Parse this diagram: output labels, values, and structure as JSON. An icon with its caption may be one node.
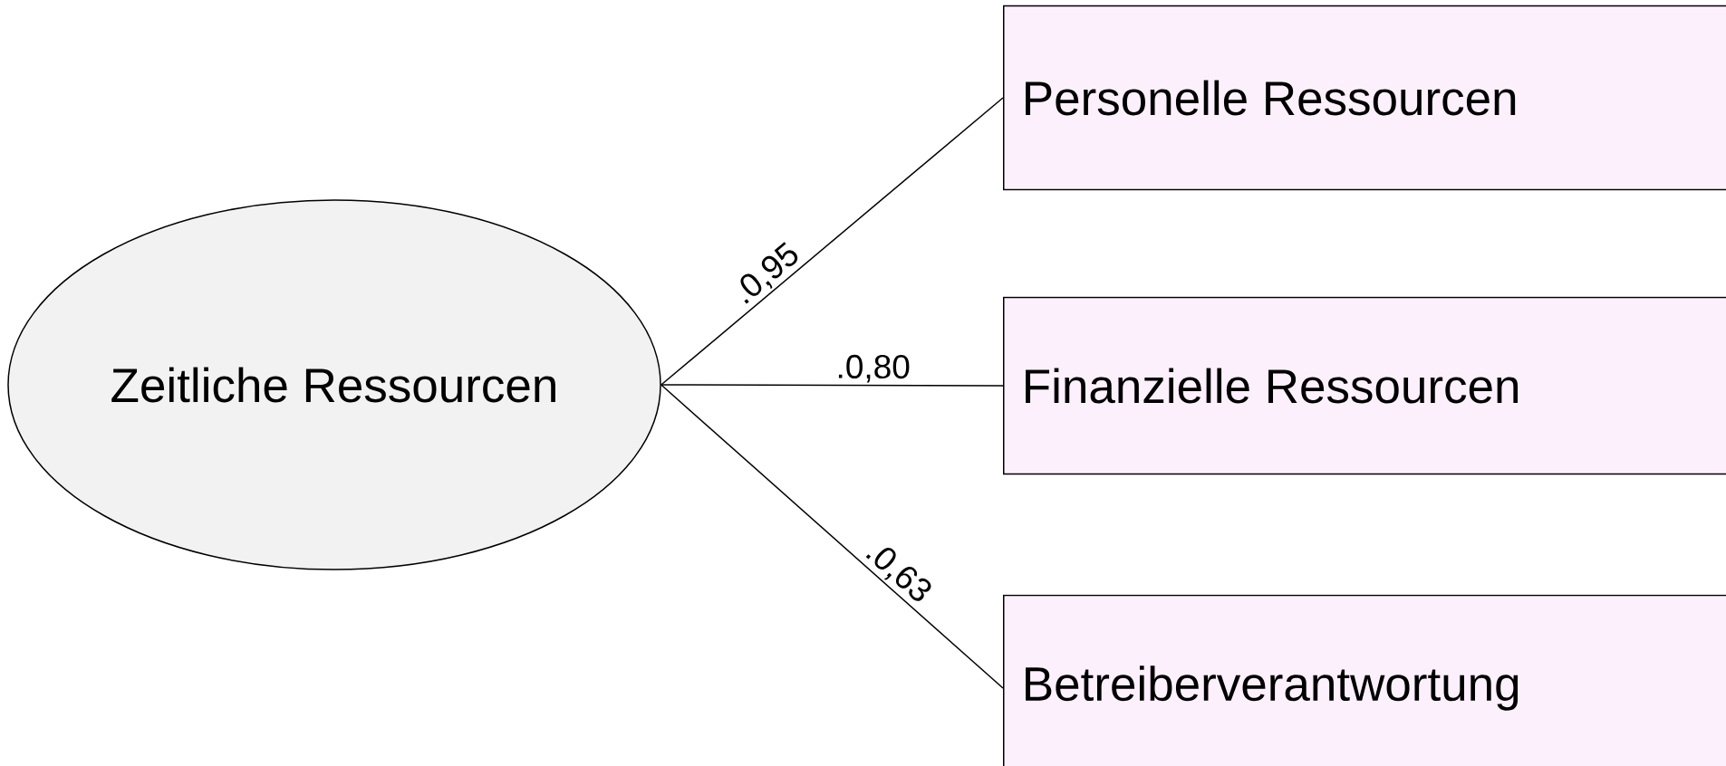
{
  "diagram": {
    "nodes": [
      {
        "text": [
          "Zeitliche Ressourcen"
        ]
      },
      {
        "text": [
          "Personelle Ressourcen"
        ]
      },
      {
        "text": [
          "Finanzielle Ressourcen"
        ]
      },
      {
        "text": [
          "Betreiberverantwortung"
        ]
      }
    ],
    "edges": [
      {
        "from": 0,
        "to": 1,
        "arrow": "none",
        "label": ".0,95"
      },
      {
        "from": 0,
        "to": 2,
        "arrow": "none",
        "label": ".0,80"
      },
      {
        "from": 0,
        "to": 3,
        "arrow": "none",
        "label": ".0,63"
      }
    ]
  }
}
